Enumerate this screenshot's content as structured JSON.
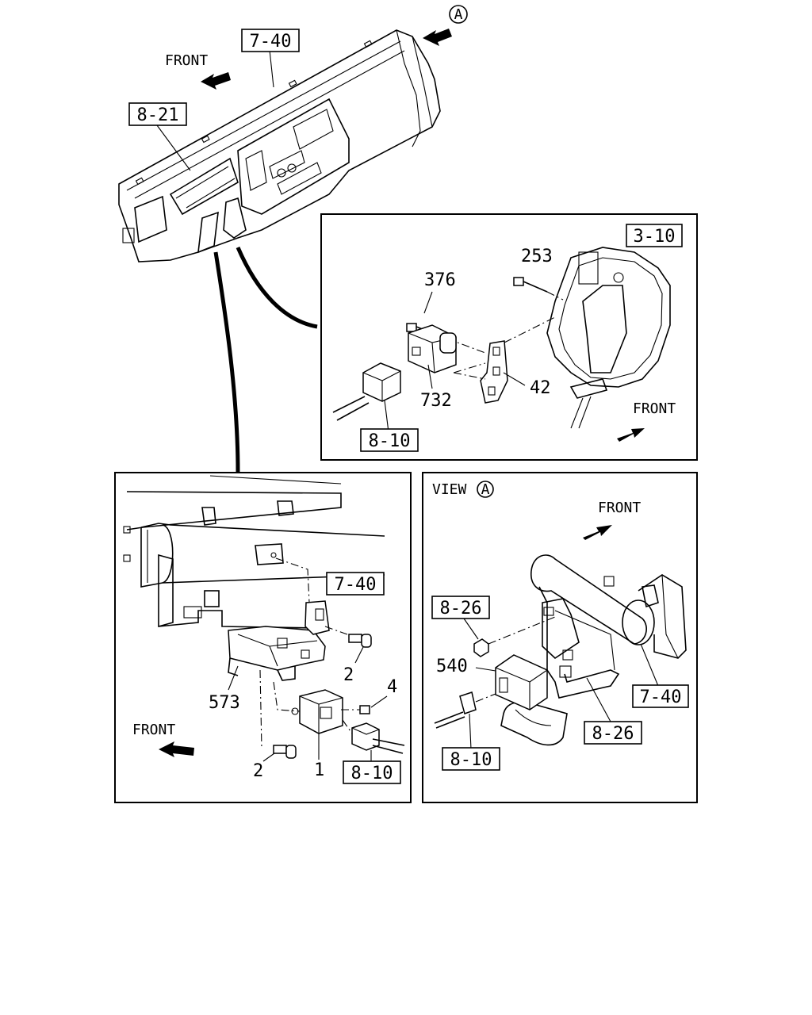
{
  "colors": {
    "line": "#000000",
    "background": "#ffffff"
  },
  "top": {
    "view_marker": "A",
    "ref_dashboard": "7-40",
    "ref_cluster": "8-21",
    "front": "FRONT"
  },
  "inset_brake": {
    "ref_pedal": "3-10",
    "ref_harness": "8-10",
    "parts": {
      "bolt_253": "253",
      "bolt_376": "376",
      "switch_732": "732",
      "bracket_42": "42"
    },
    "front": "FRONT"
  },
  "inset_left": {
    "ref_dashboard": "7-40",
    "ref_harness": "8-10",
    "parts": {
      "bolt_2a": "2",
      "bolt_2b": "2",
      "screw_4": "4",
      "relay_1": "1",
      "bracket_573": "573"
    },
    "front": "FRONT"
  },
  "inset_view_a": {
    "view_label": "VIEW",
    "view_marker": "A",
    "front": "FRONT",
    "ref_bracket_top": "8-26",
    "ref_bracket_bottom": "8-26",
    "ref_dashboard": "7-40",
    "ref_harness": "8-10",
    "parts": {
      "unit_540": "540"
    }
  }
}
